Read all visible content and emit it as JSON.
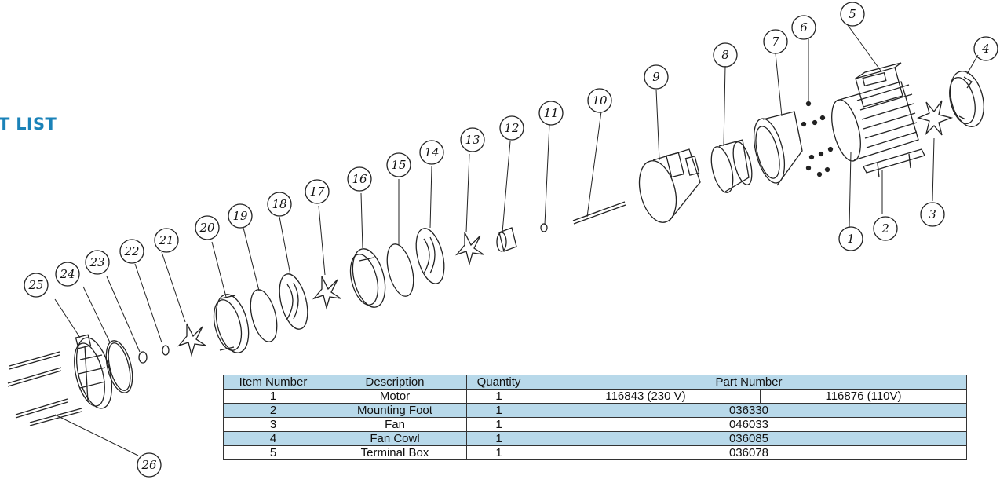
{
  "title": "T LIST",
  "callouts": [
    "1",
    "2",
    "3",
    "4",
    "5",
    "6",
    "7",
    "8",
    "9",
    "10",
    "11",
    "12",
    "13",
    "14",
    "15",
    "16",
    "17",
    "18",
    "19",
    "20",
    "21",
    "22",
    "23",
    "24",
    "25",
    "26"
  ],
  "table": {
    "headers": [
      "Item Number",
      "Description",
      "Quantity",
      "Part Number"
    ],
    "rows": [
      {
        "item": "1",
        "description": "Motor",
        "quantity": "1",
        "part_a": "116843 (230 V)",
        "part_b": "116876 (110V)"
      },
      {
        "item": "2",
        "description": "Mounting Foot",
        "quantity": "1",
        "part": "036330"
      },
      {
        "item": "3",
        "description": "Fan",
        "quantity": "1",
        "part": "046033"
      },
      {
        "item": "4",
        "description": "Fan Cowl",
        "quantity": "1",
        "part": "036085"
      },
      {
        "item": "5",
        "description": "Terminal Box",
        "quantity": "1",
        "part": "036078"
      }
    ]
  },
  "colors": {
    "title": "#1a82b8",
    "header_fill": "#b8d9ea"
  }
}
